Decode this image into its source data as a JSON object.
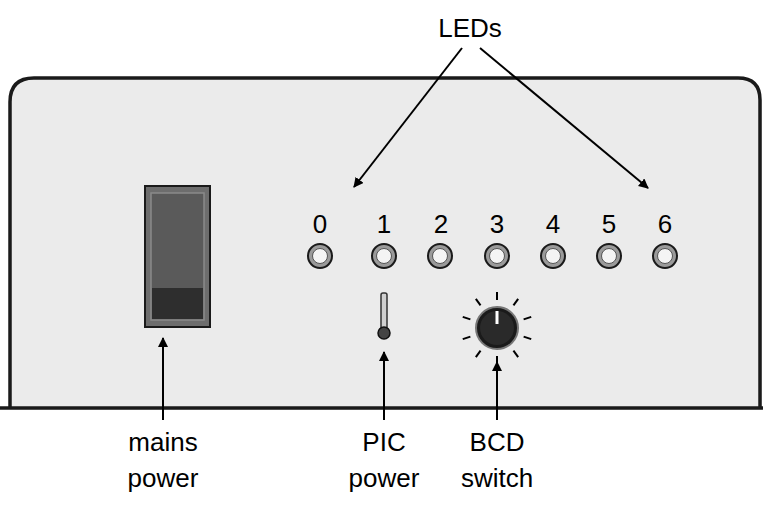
{
  "diagram": {
    "labels": [
      "LEDs",
      "0",
      "1",
      "2",
      "3",
      "4",
      "5",
      "6",
      "mains power",
      "PIC power",
      "BCD switch"
    ]
  }
}
